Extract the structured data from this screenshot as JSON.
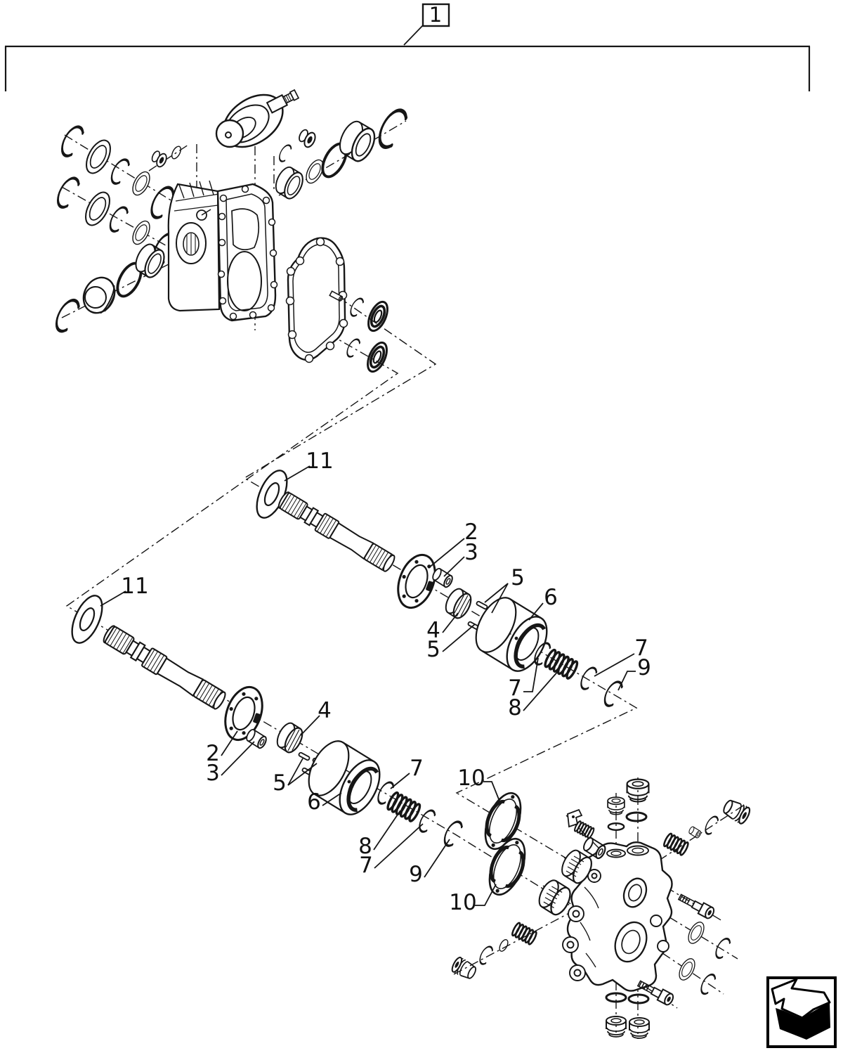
{
  "figure": {
    "callout_box": "1",
    "callouts": {
      "2": "2",
      "3": "3",
      "4": "4",
      "5": "5",
      "6": "6",
      "7": "7",
      "8": "8",
      "9": "9",
      "10": "10",
      "11": "11"
    },
    "icons": {
      "return_arrow": "⬉"
    }
  }
}
